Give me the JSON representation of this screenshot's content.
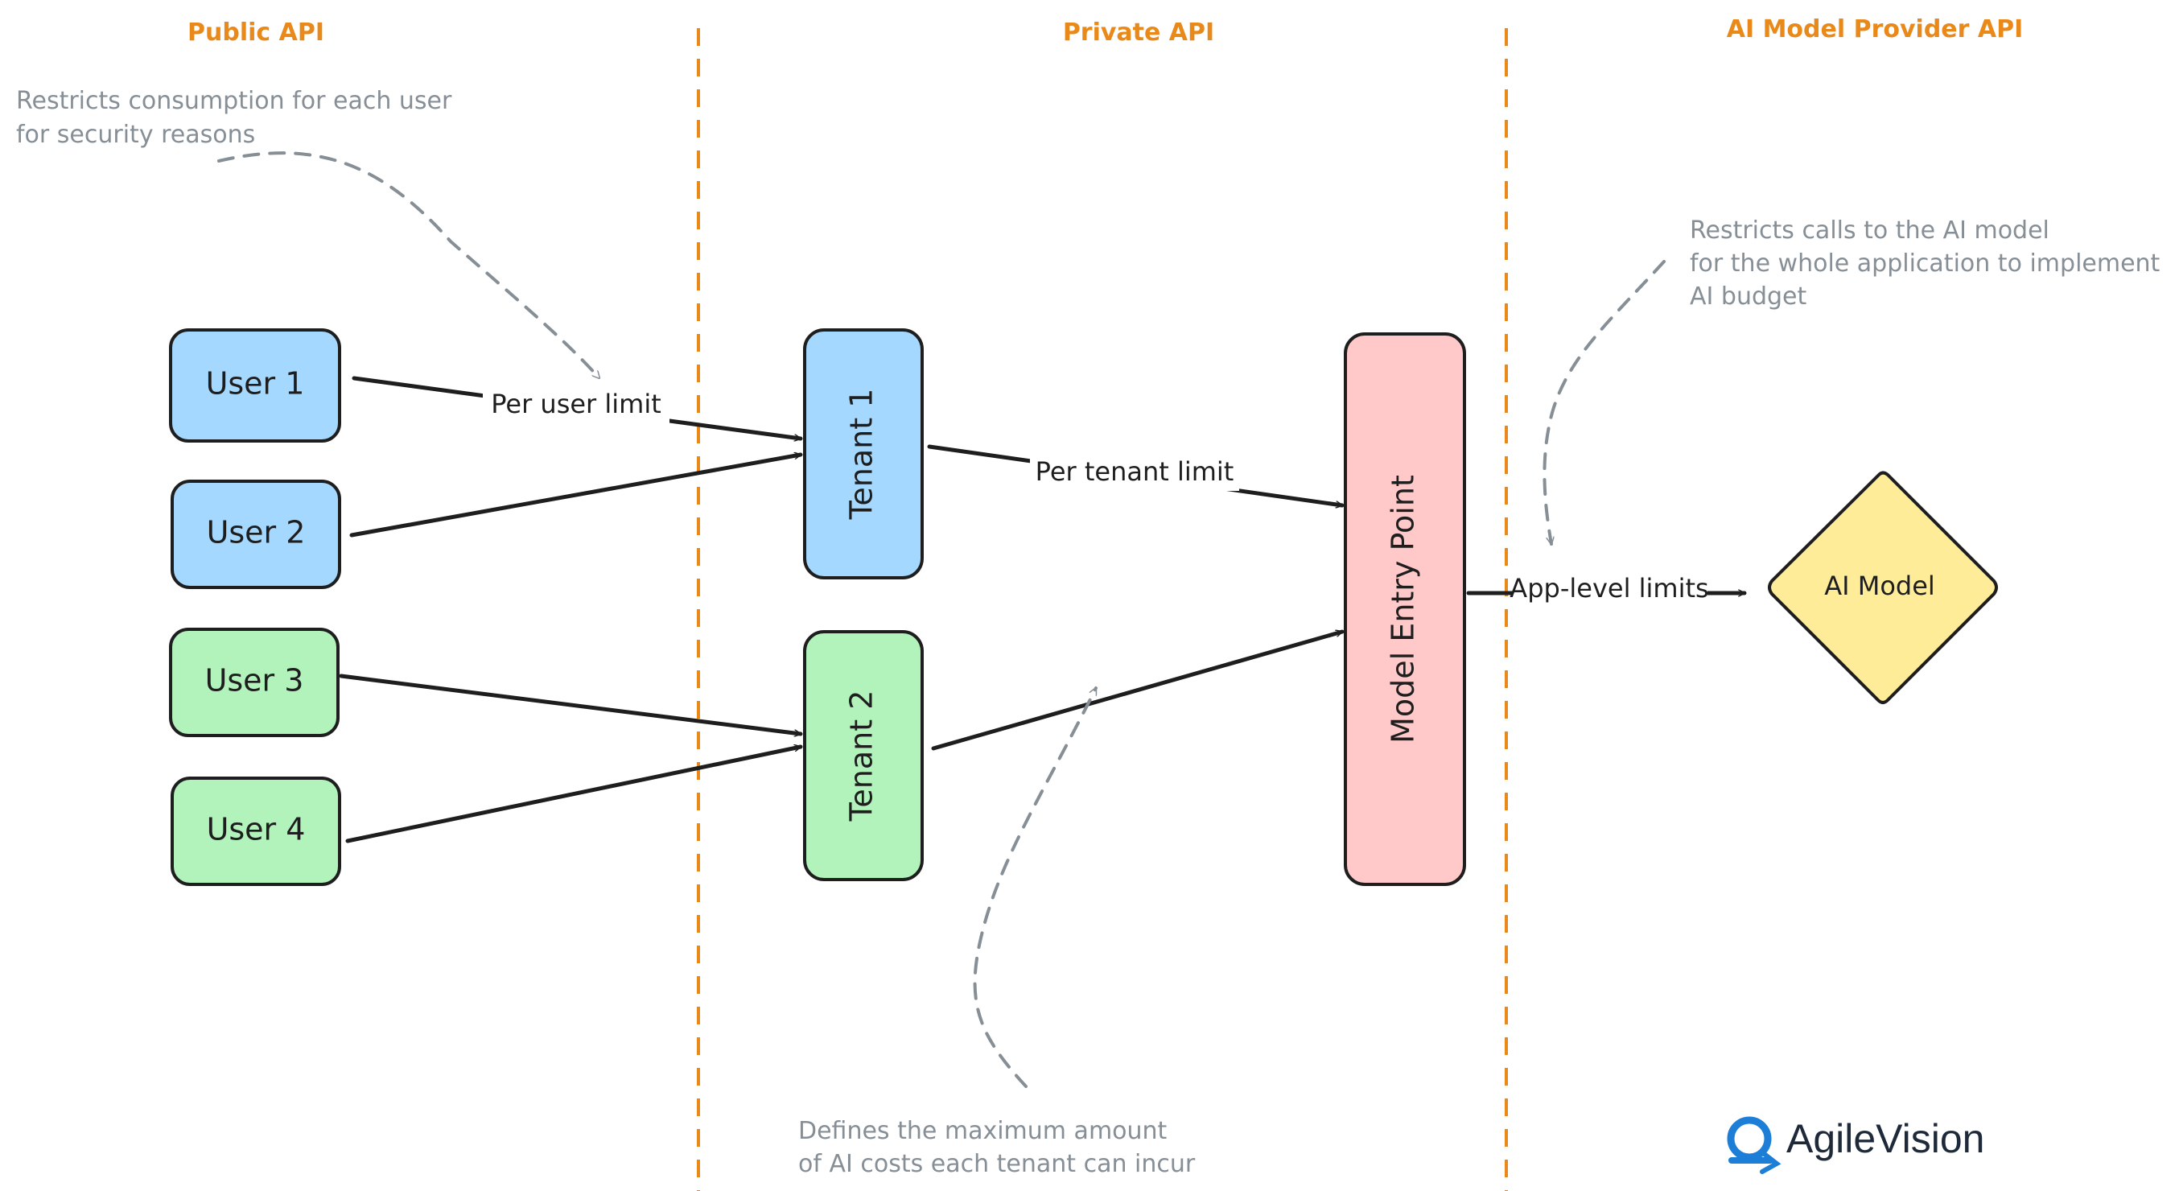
{
  "lanes": {
    "public": "Public API",
    "private": "Private API",
    "provider": "AI Model Provider API"
  },
  "nodes": {
    "user1": "User 1",
    "user2": "User 2",
    "user3": "User 3",
    "user4": "User 4",
    "tenant1": "Tenant 1",
    "tenant2": "Tenant 2",
    "entry": "Model Entry Point",
    "model": "AI Model"
  },
  "edges": {
    "per_user": "Per user limit",
    "per_tenant": "Per tenant limit",
    "app_level": "App-level limits"
  },
  "notes": {
    "user_line1": "Restricts consumption for each user",
    "user_line2": "for security reasons",
    "app_line1": "Restricts calls to the AI model",
    "app_line2": "for the whole application to implement",
    "app_line3": "AI budget",
    "tenant_line1": "Defines the maximum amount",
    "tenant_line2": "of AI costs each tenant can incur"
  },
  "brand": "AgileVision",
  "colors": {
    "accent": "#e8891a",
    "user_blue": "#a5d8ff",
    "user_green": "#b2f2bb",
    "entry_red": "#ffc9c9",
    "model_yellow": "#ffec99",
    "note_gray": "#868e96",
    "brand_blue": "#1c7ed6"
  }
}
